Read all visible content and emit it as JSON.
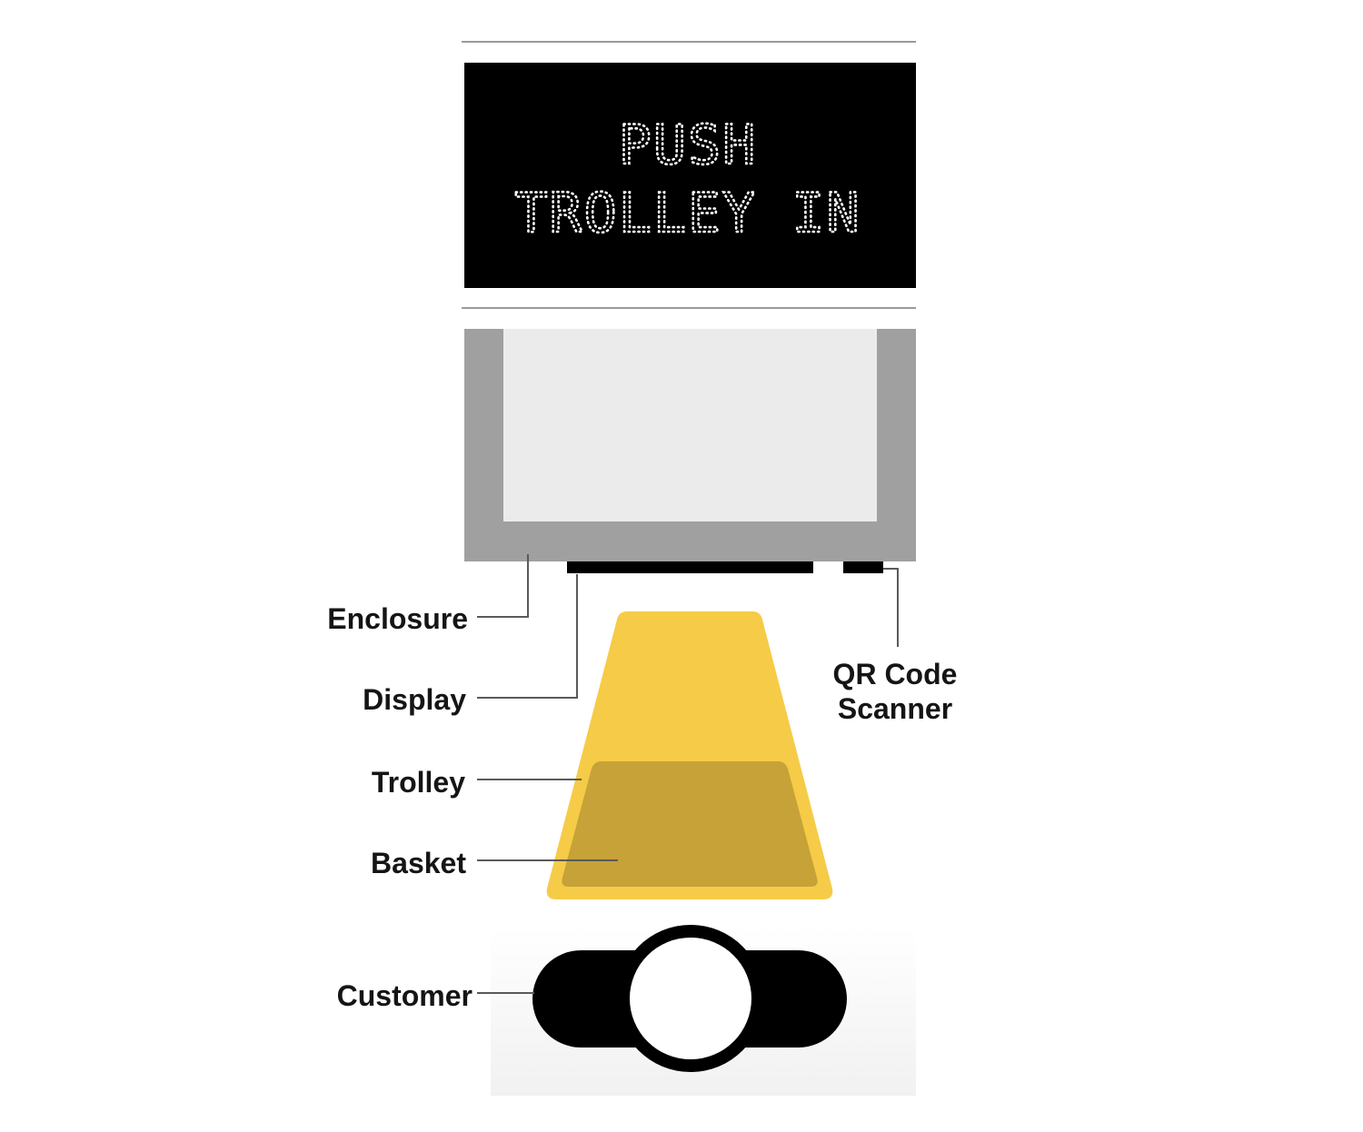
{
  "sign": {
    "line1": "PUSH",
    "line2": "TROLLEY IN"
  },
  "labels": {
    "enclosure": "Enclosure",
    "display": "Display",
    "trolley": "Trolley",
    "basket": "Basket",
    "customer": "Customer",
    "qr_line1": "QR Code",
    "qr_line2": "Scanner"
  },
  "colors": {
    "sign_background": "#000000",
    "enclosure": "#a0a0a0",
    "enclosure_interior": "#ebebeb",
    "trolley": "#f6cb48",
    "basket": "#c6a238",
    "customer_body": "#000000",
    "customer_head": "#ffffff"
  }
}
